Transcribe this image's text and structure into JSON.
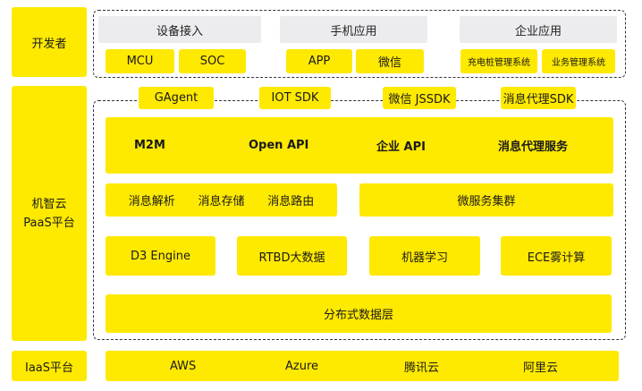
{
  "layers": {
    "developer": "开发者",
    "paas_line1": "机智云",
    "paas_line2": "PaaS平台",
    "iaas": "IaaS平台"
  },
  "developer_groups": [
    {
      "header": "设备接入",
      "items": [
        "MCU",
        "SOC"
      ]
    },
    {
      "header": "手机应用",
      "items": [
        "APP",
        "微信"
      ]
    },
    {
      "header": "企业应用",
      "items": [
        "充电桩管理系统",
        "业务管理系统"
      ]
    }
  ],
  "sdks": [
    "GAgent",
    "IOT SDK",
    "微信 JSSDK",
    "消息代理SDK"
  ],
  "services": [
    "M2M",
    "Open API",
    "企业 API",
    "消息代理服务"
  ],
  "message_functions": [
    "消息解析",
    "消息存储",
    "消息路由"
  ],
  "microservice": "微服务集群",
  "engines": [
    "D3 Engine",
    "RTBD大数据",
    "机器学习",
    "ECE雾计算"
  ],
  "data_layer": "分布式数据层",
  "clouds": [
    "AWS",
    "Azure",
    "腾讯云",
    "阿里云"
  ],
  "colors": {
    "accent": "#fee900",
    "header_gray": "#ececef"
  }
}
